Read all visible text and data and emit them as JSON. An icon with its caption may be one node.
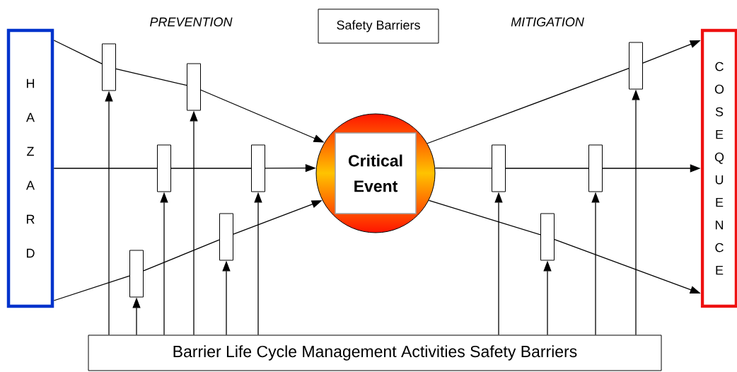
{
  "diagram": {
    "nodes": [
      {
        "text": [
          "H A Z A R D"
        ]
      },
      {
        "text": [
          "Safety Barriers"
        ]
      },
      {
        "text": [
          "Critical Event"
        ]
      },
      {
        "text": [
          "C O S E Q U E N C E"
        ]
      },
      {
        "text": [
          "Barrier Life Cycle Management Activities Safety Barriers"
        ]
      },
      {
        "text": [],
        "shape": "bar"
      },
      {
        "text": [],
        "shape": "bar"
      },
      {
        "text": [],
        "shape": "bar"
      },
      {
        "text": [],
        "shape": "bar"
      },
      {
        "text": [],
        "shape": "bar"
      },
      {
        "text": [],
        "shape": "bar"
      },
      {
        "text": [],
        "shape": "bar"
      },
      {
        "text": [],
        "shape": "bar"
      },
      {
        "text": [],
        "shape": "bar"
      },
      {
        "text": [],
        "shape": "bar"
      }
    ],
    "edges": [
      {
        "from": 0,
        "to": 5,
        "arrow": "none"
      },
      {
        "from": 5,
        "to": 8,
        "arrow": "none"
      },
      {
        "from": 8,
        "to": 2,
        "arrow": "to"
      },
      {
        "from": 0,
        "to": 7,
        "arrow": "none"
      },
      {
        "from": 7,
        "to": 10,
        "arrow": "none"
      },
      {
        "from": 10,
        "to": 2,
        "arrow": "to"
      },
      {
        "from": 0,
        "to": 6,
        "arrow": "none"
      },
      {
        "from": 6,
        "to": 9,
        "arrow": "none"
      },
      {
        "from": 9,
        "to": 2,
        "arrow": "to"
      },
      {
        "from": 2,
        "to": 14,
        "arrow": "none"
      },
      {
        "from": 14,
        "to": 3,
        "arrow": "to"
      },
      {
        "from": 2,
        "to": 11,
        "arrow": "none"
      },
      {
        "from": 11,
        "to": 13,
        "arrow": "none"
      },
      {
        "from": 13,
        "to": 3,
        "arrow": "to"
      },
      {
        "from": 2,
        "to": 12,
        "arrow": "none"
      },
      {
        "from": 12,
        "to": 3,
        "arrow": "to"
      },
      {
        "from": 4,
        "to": 5,
        "arrow": "to"
      },
      {
        "from": 4,
        "to": 6,
        "arrow": "to"
      },
      {
        "from": 4,
        "to": 7,
        "arrow": "to"
      },
      {
        "from": 4,
        "to": 8,
        "arrow": "to"
      },
      {
        "from": 4,
        "to": 9,
        "arrow": "to"
      },
      {
        "from": 4,
        "to": 10,
        "arrow": "to"
      },
      {
        "from": 4,
        "to": 11,
        "arrow": "to"
      },
      {
        "from": 4,
        "to": 12,
        "arrow": "to"
      },
      {
        "from": 4,
        "to": 13,
        "arrow": "to"
      },
      {
        "from": 4,
        "to": 14,
        "arrow": "to"
      }
    ],
    "labels": [
      "PREVENTION",
      "MITIGATION"
    ]
  }
}
